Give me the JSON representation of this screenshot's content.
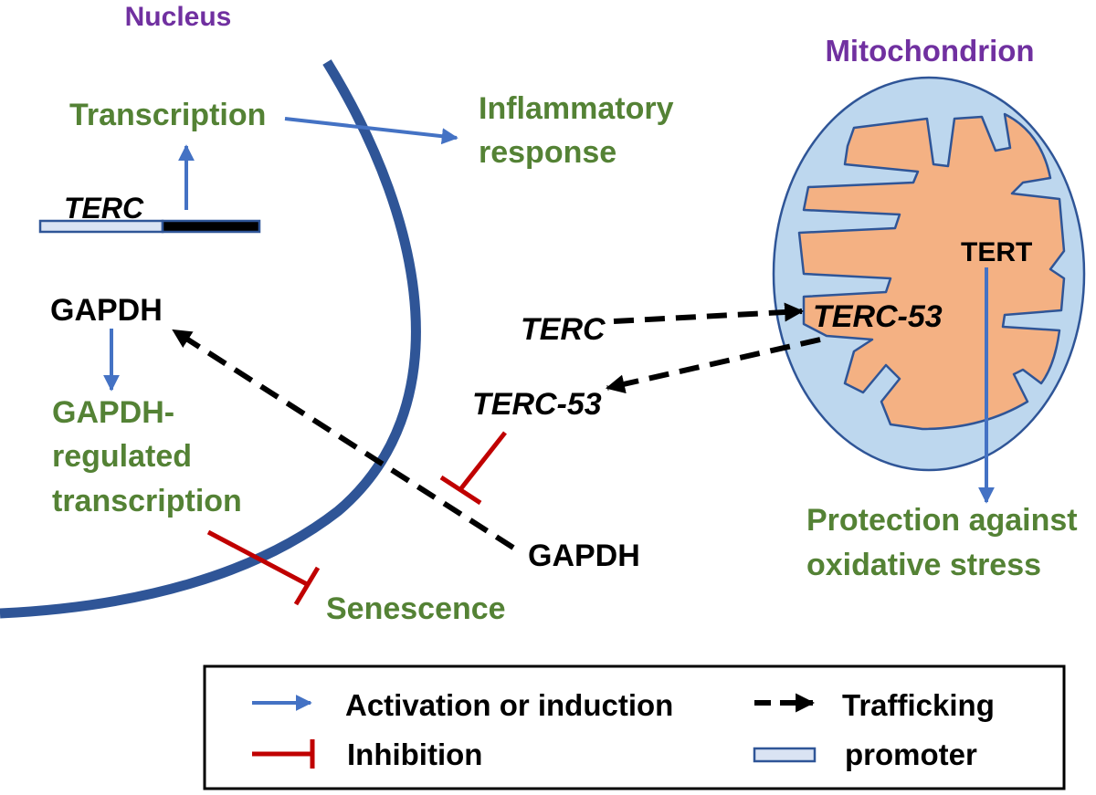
{
  "compartments": {
    "nucleus_label": "Nucleus",
    "mitochondrion_label": "Mitochondrion"
  },
  "nucleus": {
    "gene_label": "TERC",
    "transcription_label": "Transcription",
    "inflammatory_line1": "Inflammatory",
    "inflammatory_line2": "response",
    "gapdh_label": "GAPDH",
    "gapdh_reg_line1": "GAPDH-",
    "gapdh_reg_line2": "regulated",
    "gapdh_reg_line3": "transcription",
    "senescence_label": "Senescence"
  },
  "cytoplasm": {
    "terc_label": "TERC",
    "terc53_label": "TERC-53",
    "gapdh_label": "GAPDH"
  },
  "mitochondrion": {
    "tert_label": "TERT",
    "terc53_label": "TERC-53",
    "protection_line1": "Protection against",
    "protection_line2": "oxidative stress"
  },
  "legend": {
    "activation": "Activation or induction",
    "inhibition": "Inhibition",
    "trafficking": "Trafficking",
    "promoter": "promoter"
  },
  "colors": {
    "activation": "#4472c4",
    "inhibition": "#c00000",
    "trafficking": "#000000",
    "nuclear_envelope": "#2f5597",
    "label_green": "#548235",
    "label_purple": "#7030a0",
    "mito_outer": "#bdd7ee",
    "mito_inner": "#f4b183",
    "promoter_fill": "#dae3f3"
  }
}
